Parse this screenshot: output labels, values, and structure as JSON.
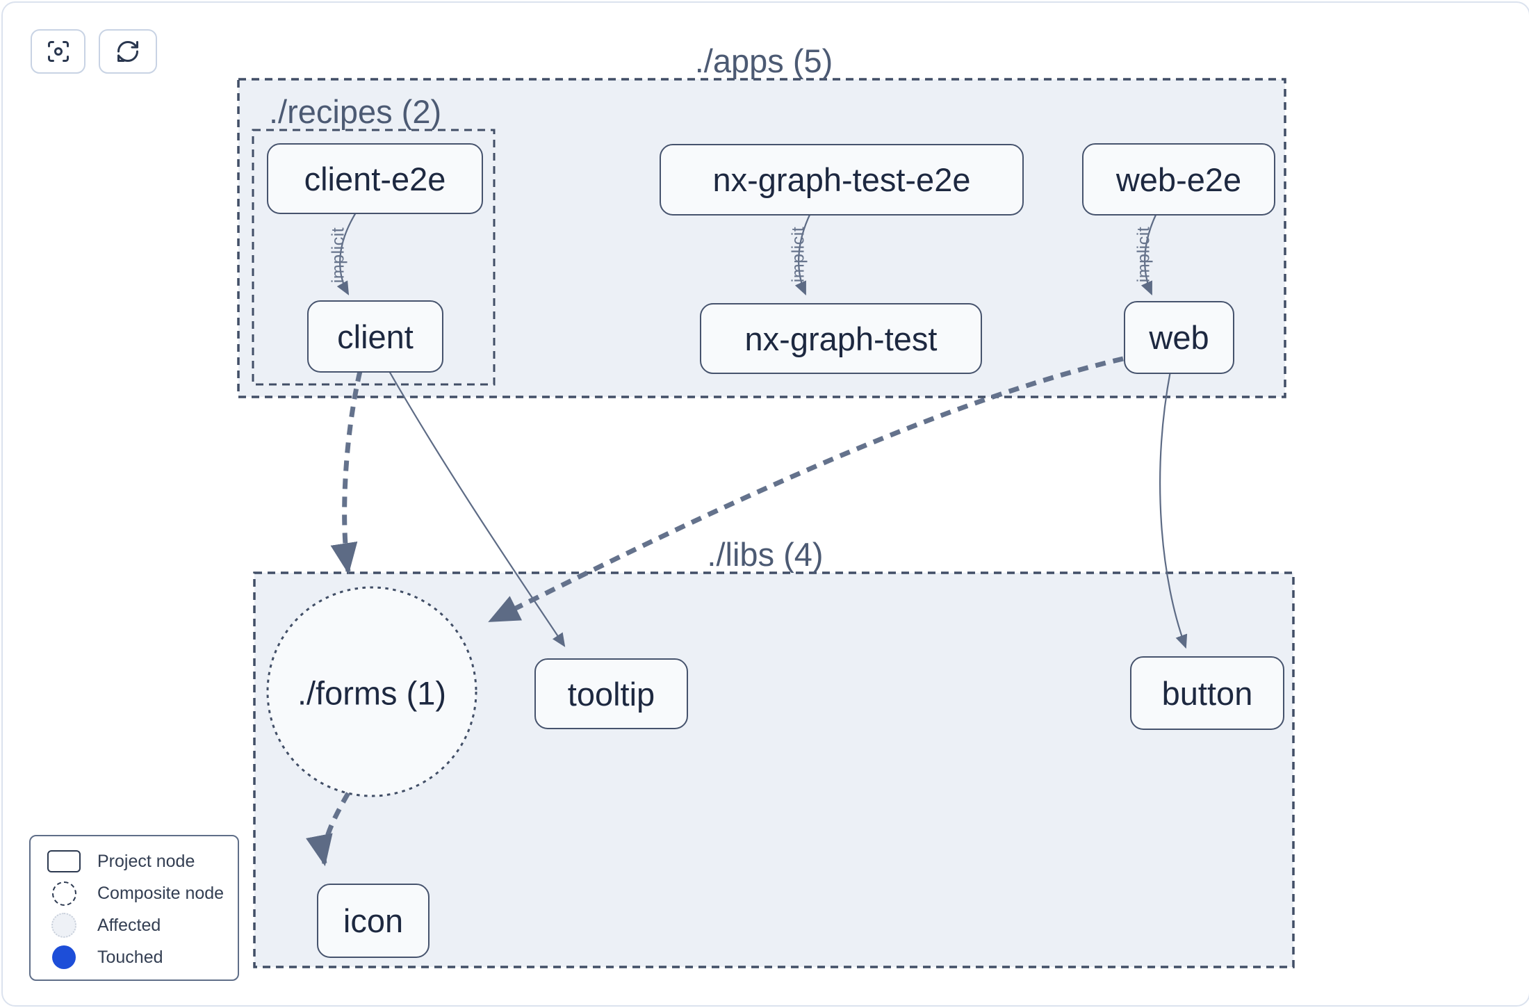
{
  "toolbar": {
    "buttons": [
      {
        "name": "focus",
        "icon": "focus-icon"
      },
      {
        "name": "refresh",
        "icon": "refresh-icon"
      }
    ]
  },
  "graph": {
    "groups": {
      "apps": {
        "label": "./apps (5)"
      },
      "recipes": {
        "label": "./recipes (2)"
      },
      "libs": {
        "label": "./libs (4)"
      },
      "forms": {
        "label": "./forms (1)",
        "type": "composite"
      }
    },
    "nodes": {
      "client_e2e": {
        "label": "client-e2e"
      },
      "nx_graph_test_e2e": {
        "label": "nx-graph-test-e2e"
      },
      "web_e2e": {
        "label": "web-e2e"
      },
      "client": {
        "label": "client"
      },
      "nx_graph_test": {
        "label": "nx-graph-test"
      },
      "web": {
        "label": "web"
      },
      "tooltip": {
        "label": "tooltip"
      },
      "button": {
        "label": "button"
      },
      "icon": {
        "label": "icon"
      }
    },
    "edge_label": "implicit",
    "edges": [
      {
        "source": "client-e2e",
        "target": "client",
        "label": "implicit",
        "style": "thin-solid"
      },
      {
        "source": "nx-graph-test-e2e",
        "target": "nx-graph-test",
        "label": "implicit",
        "style": "thin-solid"
      },
      {
        "source": "web-e2e",
        "target": "web",
        "label": "implicit",
        "style": "thin-solid"
      },
      {
        "source": "client",
        "target": "./forms (1)",
        "style": "thick-dashed"
      },
      {
        "source": "client",
        "target": "tooltip",
        "style": "thin-solid"
      },
      {
        "source": "web",
        "target": "./forms (1)",
        "style": "thick-dashed"
      },
      {
        "source": "web",
        "target": "button",
        "style": "thin-solid"
      },
      {
        "source": "./forms (1)",
        "target": "icon",
        "style": "thick-dashed"
      }
    ]
  },
  "legend": {
    "items": [
      {
        "icon": "project-node-swatch",
        "label": "Project node"
      },
      {
        "icon": "composite-node-swatch",
        "label": "Composite node"
      },
      {
        "icon": "affected-swatch",
        "label": "Affected"
      },
      {
        "icon": "touched-swatch",
        "label": "Touched"
      }
    ]
  },
  "colors": {
    "container_fill": "#ecf0f6",
    "node_fill": "#f8fafc",
    "dashed_stroke": "#414e66",
    "edge_color": "#5d6b85",
    "thick_edge_color": "#64728c",
    "touched_blue": "#1d4ed8",
    "affected_fill": "#eef1f6",
    "outer_border": "#dbe2ee"
  }
}
